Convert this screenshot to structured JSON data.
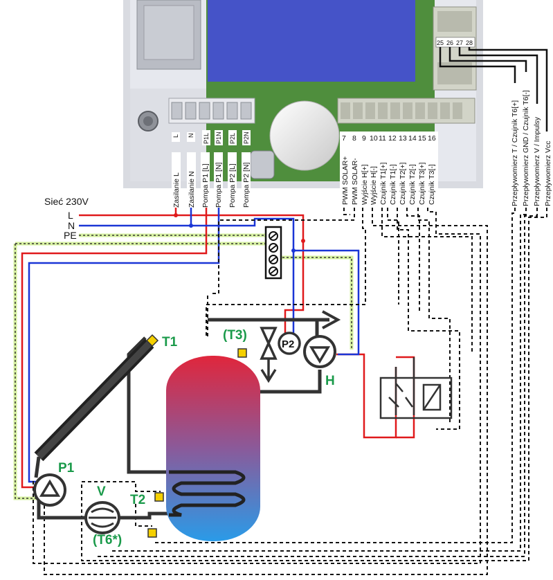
{
  "mains": {
    "title": "Sieć 230V",
    "lines": [
      "L",
      "N",
      "PE"
    ]
  },
  "left_terminals": {
    "tags": [
      "L",
      "N",
      "P1L",
      "P1N",
      "P2L",
      "P2N"
    ],
    "labels": [
      "Zasilanie L",
      "Zasilanie N",
      "Pompa P1 [L]",
      "Pompa P1 [N]",
      "Pompa P2 [L]",
      "Pompa P2 [N]"
    ]
  },
  "mid_terminals": {
    "numbers": [
      "7",
      "8",
      "9",
      "10",
      "11",
      "12",
      "13",
      "14",
      "15",
      "16"
    ],
    "labels": [
      "PWM SOLAR+",
      "PWM SOLAR-",
      "Wyjście H[+]",
      "Wyjście H[-]",
      "Czujnik T1[+]",
      "Czujnik T1[-]",
      "Czujnik T2[+]",
      "Czujnik T2[-]",
      "Czujnik T3[+]",
      "Czujnik T3[-]"
    ]
  },
  "right_terminals": {
    "numbers": [
      "25",
      "26",
      "27",
      "28"
    ],
    "labels": [
      "Przepływomierz T / Czujnik T6[+]",
      "Przepływomierz GND / Czujnik T6[-]",
      "Przepływomierz V / Impulsy",
      "Przepływomierz Vcc"
    ]
  },
  "components": {
    "T1": "T1",
    "T2": "T2",
    "T3": "(T3)",
    "T6": "(T6*)",
    "P1": "P1",
    "P2": "P2",
    "V": "V",
    "H": "H"
  },
  "colors": {
    "phase": "#e0191b",
    "neutral": "#1a35d6",
    "earth": "#d6f0a0",
    "signal": "#111111",
    "label_green": "#1a9a4a",
    "sensor": "#f5d000",
    "tank_top": "#e0263c",
    "tank_bottom": "#2a9be8",
    "board_green": "#4f8e3d",
    "display_blue": "#4553c8"
  }
}
